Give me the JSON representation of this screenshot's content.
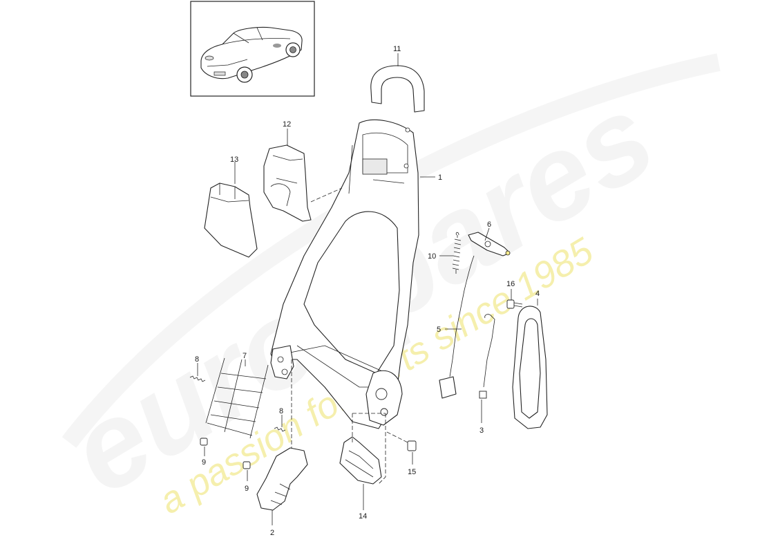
{
  "watermark": {
    "brand": "eurospares",
    "tagline": "a passion for parts since 1985"
  },
  "callouts": [
    {
      "id": "1",
      "text": "1"
    },
    {
      "id": "2",
      "text": "2"
    },
    {
      "id": "3",
      "text": "3"
    },
    {
      "id": "4",
      "text": "4"
    },
    {
      "id": "5",
      "text": "5"
    },
    {
      "id": "6",
      "text": "6"
    },
    {
      "id": "7",
      "text": "7"
    },
    {
      "id": "8a",
      "text": "8"
    },
    {
      "id": "8b",
      "text": "8"
    },
    {
      "id": "9a",
      "text": "9"
    },
    {
      "id": "9b",
      "text": "9"
    },
    {
      "id": "10",
      "text": "10"
    },
    {
      "id": "11",
      "text": "11"
    },
    {
      "id": "12",
      "text": "12"
    },
    {
      "id": "13",
      "text": "13"
    },
    {
      "id": "14",
      "text": "14"
    },
    {
      "id": "15",
      "text": "15"
    },
    {
      "id": "16",
      "text": "16"
    }
  ]
}
